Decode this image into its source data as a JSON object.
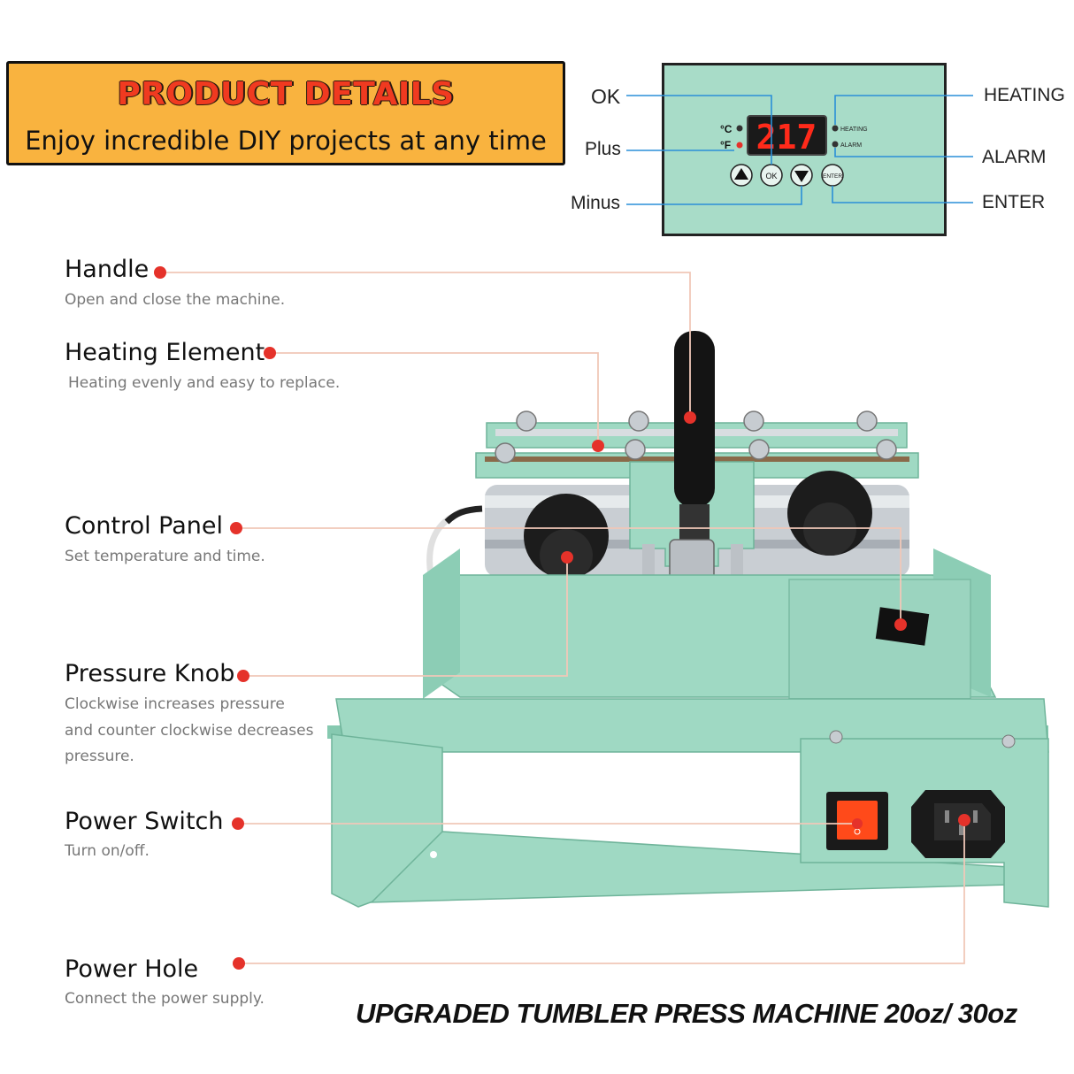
{
  "banner": {
    "title": "PRODUCT DETAILS",
    "subtitle": "Enjoy incredible DIY projects at any time"
  },
  "control_panel_callout": {
    "left_labels": {
      "ok": "OK",
      "plus": "Plus",
      "minus": "Minus"
    },
    "right_labels": {
      "heating": "HEATING",
      "alarm": "ALARM",
      "enter": "ENTER"
    },
    "display_value": "217",
    "unit_c": "°C",
    "unit_f": "°F",
    "indicator_heating": "HEATING",
    "indicator_alarm": "ALARM",
    "button_ok": "OK",
    "button_enter": "ENTER"
  },
  "features": [
    {
      "title": "Handle",
      "desc": "Open and close the machine."
    },
    {
      "title": "Heating Element",
      "desc": "Heating evenly and easy to replace."
    },
    {
      "title": "Control Panel",
      "desc": "Set temperature and time."
    },
    {
      "title": "Pressure Knob",
      "desc_lines": [
        "Clockwise increases pressure",
        "and counter clockwise decreases",
        "pressure."
      ]
    },
    {
      "title": "Power Switch",
      "desc": "Turn on/off."
    },
    {
      "title": "Power Hole",
      "desc": "Connect the power supply."
    }
  ],
  "footer": {
    "caption": "UPGRADED TUMBLER PRESS MACHINE 20oz/ 30oz"
  },
  "colors": {
    "banner_bg": "#f9b33f",
    "banner_title": "#f03a20",
    "machine_body": "#9fd9c3",
    "callout_dot": "#e5322a",
    "callout_line": "#f0c8b8",
    "panel_line": "#2a8fd8",
    "led_red": "#ff2a1a"
  }
}
